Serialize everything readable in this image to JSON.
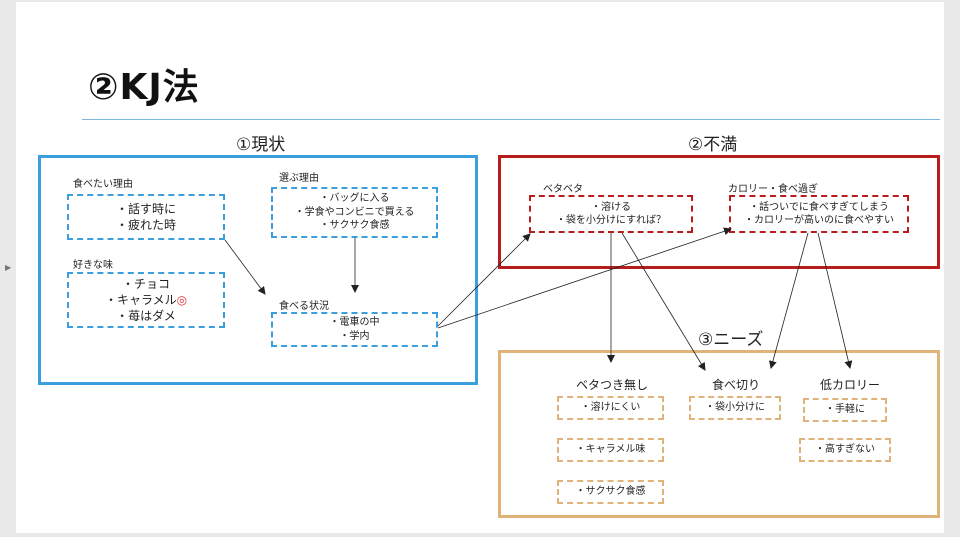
{
  "title": "②KJ法",
  "sections": {
    "current": "①現状",
    "dissatisfaction": "②不満",
    "needs": "③ニーズ"
  },
  "current": {
    "reasons_to_eat": {
      "label": "食べたい理由",
      "items": [
        "・話す時に",
        "・疲れた時"
      ]
    },
    "favorite_flavor": {
      "label": "好きな味",
      "items": [
        "・チョコ",
        "・キャラメル",
        "・苺はダメ"
      ],
      "mark": "◎"
    },
    "reasons_to_choose": {
      "label": "選ぶ理由",
      "items": [
        "・バッグに入る",
        "・学食やコンビニで買える",
        "・サクサク食感"
      ]
    },
    "eating_situation": {
      "label": "食べる状況",
      "items": [
        "・電車の中",
        "・学内"
      ]
    }
  },
  "dissatisfaction": {
    "sticky": {
      "label": "ベタベタ",
      "items": [
        "・溶ける",
        "・袋を小分けにすれば？"
      ]
    },
    "calories": {
      "label": "カロリー・食べ過ぎ",
      "items": [
        "・話ついでに食べすぎてしまう",
        "・カロリーが高いのに食べやすい"
      ]
    }
  },
  "needs": {
    "no_sticky": {
      "label": "ベタつき無し",
      "items": [
        "・溶けにくい",
        "・キャラメル味",
        "・サクサク食感"
      ]
    },
    "portion": {
      "label": "食べ切り",
      "items": [
        "・袋小分けに"
      ]
    },
    "low_calorie": {
      "label": "低カロリー",
      "items": [
        "・手軽に",
        "・高すぎない"
      ]
    }
  },
  "colors": {
    "blue": "#3a9fdc",
    "red": "#b81c1c",
    "orange": "#e0b37a"
  }
}
